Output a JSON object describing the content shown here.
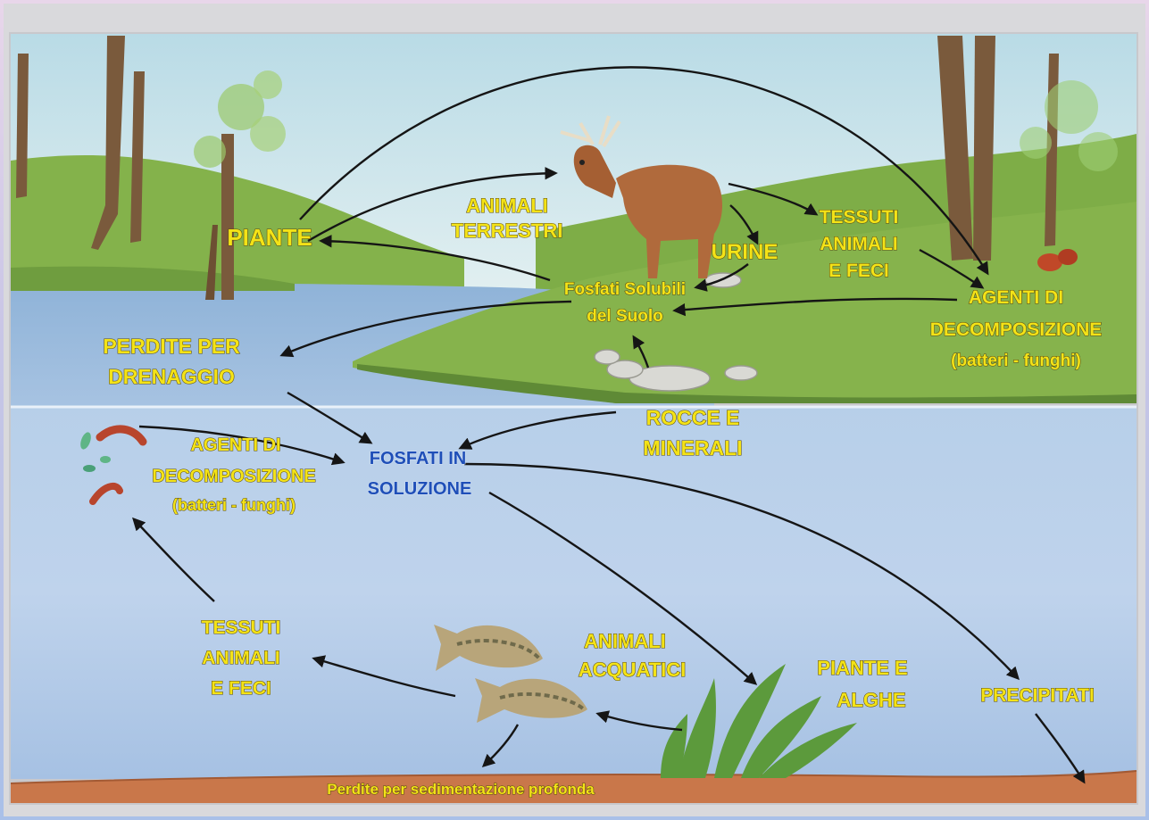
{
  "labels": {
    "piante": "PIANTE",
    "animali_terrestri_1": "ANIMALI",
    "animali_terrestri_2": "TERRESTRI",
    "urine": "URINE",
    "tessuti_top_1": "TESSUTI",
    "tessuti_top_2": "ANIMALI",
    "tessuti_top_3": "E FECI",
    "fosfati_suolo_1": "Fosfati Solubili",
    "fosfati_suolo_2": "del Suolo",
    "agenti_top_1": "AGENTI DI",
    "agenti_top_2": "DECOMPOSIZIONE",
    "agenti_top_3": "(batteri - funghi)",
    "perdite_drenaggio_1": "PERDITE PER",
    "perdite_drenaggio_2": "DRENAGGIO",
    "rocce_1": "ROCCE E",
    "rocce_2": "MINERALI",
    "fosfati_soluzione_1": "FOSFATI IN",
    "fosfati_soluzione_2": "SOLUZIONE",
    "agenti_water_1": "AGENTI DI",
    "agenti_water_2": "DECOMPOSIZIONE",
    "agenti_water_3": "(batteri - funghi)",
    "tessuti_water_1": "TESSUTI",
    "tessuti_water_2": "ANIMALI",
    "tessuti_water_3": "E FECI",
    "animali_acquatici_1": "ANIMALI",
    "animali_acquatici_2": "ACQUATICI",
    "piante_alghe_1": "PIANTE E",
    "piante_alghe_2": "ALGHE",
    "precipitati": "PRECIPITATI",
    "sedimentazione": "Perdite per sedimentazione profonda"
  },
  "colors": {
    "label_yellow": "#f4e317",
    "label_blue": "#1f4fb8",
    "sky": "#cfe6ef",
    "grass": "#7fae4a",
    "water": "#a9c7e6",
    "sediment": "#c9774a"
  }
}
